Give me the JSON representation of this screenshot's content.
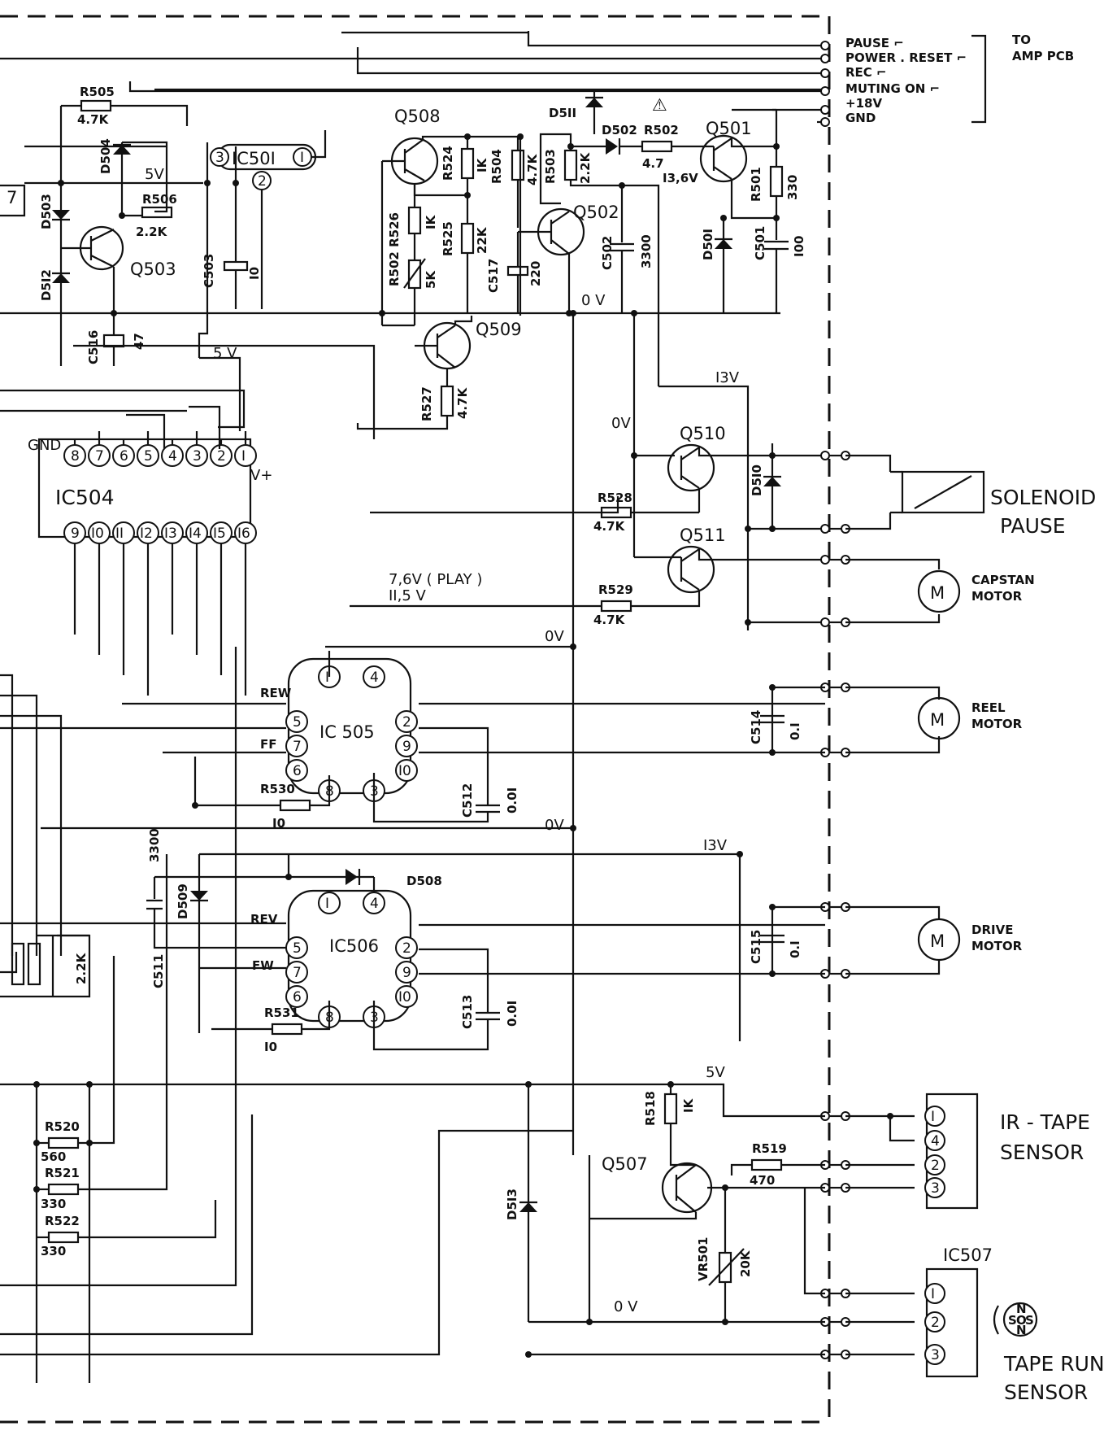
{
  "connector_top": {
    "signals": [
      "PAUSE ⌐",
      "POWER . RESET ⌐",
      "REC ⌐",
      "MUTING  ON ⌐",
      "+18V",
      "GND"
    ],
    "dest": [
      "TO",
      "AMP PCB"
    ]
  },
  "transistors": {
    "q501": "Q501",
    "q502": "Q502",
    "q503": "Q503",
    "q507": "Q507",
    "q508": "Q508",
    "q509": "Q509",
    "q510": "Q510",
    "q511": "Q511"
  },
  "resistors": {
    "r501": [
      "R501",
      "330"
    ],
    "r502": [
      "R502",
      "4.7"
    ],
    "r503": [
      "R503",
      "2.2K"
    ],
    "r504": [
      "R504",
      "4.7K"
    ],
    "r505": [
      "R505",
      "4.7K"
    ],
    "r506": [
      "R506",
      "2.2K"
    ],
    "r518": [
      "R518",
      "IK"
    ],
    "r519": [
      "R519",
      "470"
    ],
    "r520": [
      "R520",
      "560"
    ],
    "r521": [
      "R521",
      "330"
    ],
    "r522": [
      "R522",
      "330"
    ],
    "r524": [
      "R524",
      "IK"
    ],
    "r525": [
      "R525",
      "22K"
    ],
    "r526": [
      "R502 R526",
      "IK",
      "5K"
    ],
    "r527": [
      "R527",
      "4.7K"
    ],
    "r528": [
      "R528",
      "4.7K"
    ],
    "r529": [
      "R529",
      "4.7K"
    ],
    "r530": [
      "R530",
      "I0"
    ],
    "r531": [
      "R531",
      "I0"
    ],
    "vr501": [
      "VR501",
      "20K"
    ],
    "left_2k2": "2.2K"
  },
  "capacitors": {
    "c501": [
      "C501",
      "I00"
    ],
    "c502": [
      "C502",
      "3300"
    ],
    "c503": [
      "C503",
      "I0"
    ],
    "c511": [
      "C511",
      "3300"
    ],
    "c512": [
      "C512",
      "0.0I"
    ],
    "c513": [
      "C513",
      "0.0I"
    ],
    "c514": [
      "C514",
      "0.I"
    ],
    "c515": [
      "C515",
      "0.I"
    ],
    "c516": [
      "C516",
      "47"
    ],
    "c517": [
      "C517",
      "220"
    ]
  },
  "diodes": {
    "d501": "D50I",
    "d502": "D502",
    "d503": "D503",
    "d504": "D504",
    "d508": "D508",
    "d509": "D509",
    "d510": "D5I0",
    "d511": "D5II",
    "d512": "D5I2",
    "d513": "D5I3"
  },
  "ics": {
    "ic501": "IC50I",
    "ic504": "IC504",
    "ic505": "IC 505",
    "ic506": "IC506",
    "ic507": "IC507"
  },
  "ic501_pins": [
    "3",
    "2",
    "I"
  ],
  "ic504_top_pins": [
    "8",
    "7",
    "6",
    "5",
    "4",
    "3",
    "2",
    "I"
  ],
  "ic504_bottom_pins": [
    "9",
    "I0",
    "II",
    "I2",
    "I3",
    "I4",
    "I5",
    "I6"
  ],
  "ic504_labels": {
    "gnd": "GND",
    "vplus": "V+"
  },
  "ic505_pins": {
    "p1": "I",
    "p4": "4",
    "p5": "5",
    "p7": "7",
    "p6": "6",
    "p8": "8",
    "p3": "3",
    "p2": "2",
    "p9": "9",
    "p10": "I0"
  },
  "ic505_labels": {
    "rew": "REW",
    "ff": "FF"
  },
  "ic506_pins": {
    "p1": "I",
    "p4": "4",
    "p5": "5",
    "p7": "7",
    "p6": "6",
    "p8": "8",
    "p3": "3",
    "p2": "2",
    "p9": "9",
    "p10": "I0"
  },
  "ic506_labels": {
    "rev": "REV",
    "fw": "FW"
  },
  "voltages": {
    "v5_a": "5V",
    "v5_b": "5 V",
    "v5_c": "5V",
    "v13_6": "I3,6V",
    "v0_top": "0 V",
    "v13_a": "I3V",
    "v0_a": "0V",
    "v0_b": "0V",
    "v0_c": "0V",
    "v13_b": "I3V",
    "v0_d": "0 V",
    "play1": "7,6V ( PLAY )",
    "play2": "II,5 V"
  },
  "warning_symbol": "⚠",
  "loads": {
    "solenoid": [
      "SOLENOID",
      "PAUSE"
    ],
    "capstan": [
      "CAPSTAN",
      "MOTOR"
    ],
    "reel": [
      "REEL",
      "MOTOR"
    ],
    "drive": [
      "DRIVE",
      "MOTOR"
    ],
    "motor_symbol": "M",
    "ir_tape": [
      "IR - TAPE",
      "SENSOR"
    ],
    "ir_pins": [
      "I",
      "4",
      "2",
      "3"
    ],
    "ic507_pins": [
      "I",
      "2",
      "3"
    ],
    "tape_run": [
      "TAPE RUN",
      "SENSOR"
    ],
    "magnet": [
      "N",
      "S",
      "O",
      "S",
      "N"
    ],
    "left_box_num": "7"
  }
}
